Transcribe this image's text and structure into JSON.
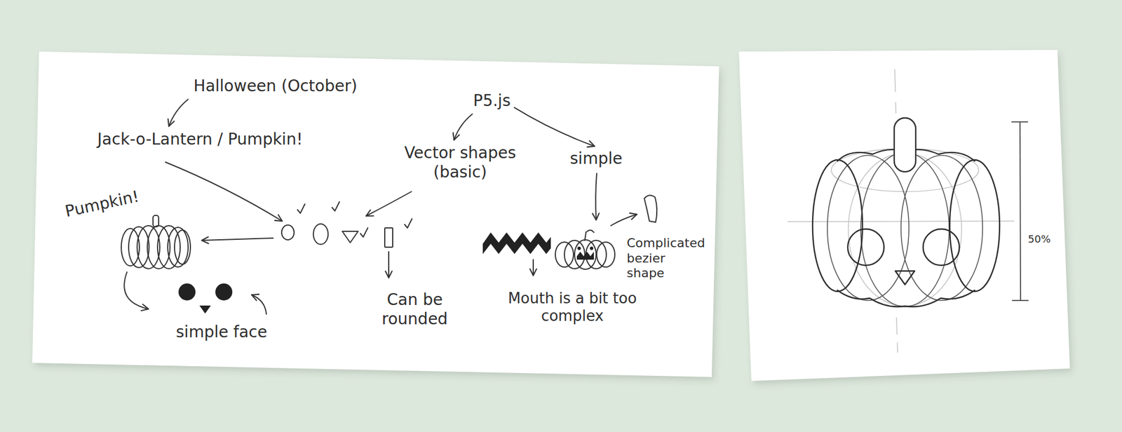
{
  "diagram": {
    "nodes": [
      {
        "text": [
          "Halloween (October)"
        ]
      },
      {
        "text": [
          "Jack-o-Lantern / Pumpkin!"
        ]
      },
      {
        "text": [
          "P5.js"
        ]
      },
      {
        "text": [
          "Vector shapes (basic)"
        ]
      },
      {
        "text": [
          "simple"
        ]
      }
    ],
    "edges": [
      {
        "from": 0,
        "to": 1,
        "arrow": "to"
      },
      {
        "from": 2,
        "to": 3,
        "arrow": "to"
      },
      {
        "from": 2,
        "to": 4,
        "arrow": "to"
      }
    ],
    "labels": [
      "Pumpkin!",
      "simple face",
      "Can be rounded",
      "Mouth is a bit too complex",
      "Complicated bezier shape",
      "50%"
    ]
  }
}
